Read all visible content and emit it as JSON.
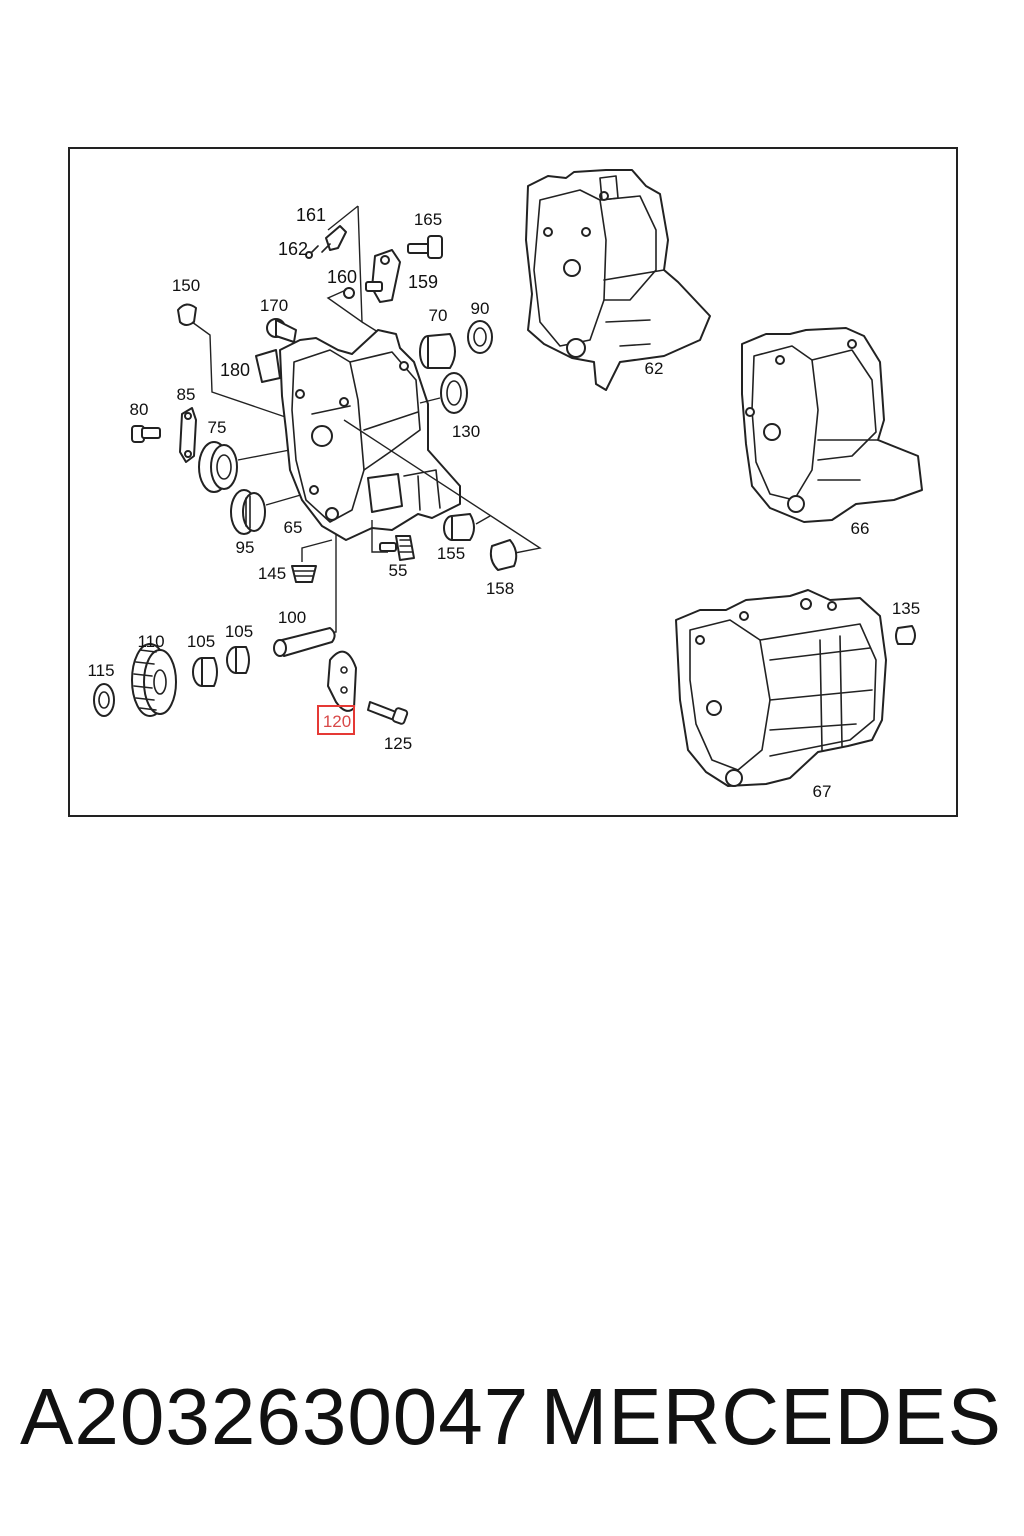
{
  "diagram": {
    "highlighted_label": "120",
    "labels": {
      "l161": "161",
      "l162": "162",
      "l165": "165",
      "l160": "160",
      "l159": "159",
      "l150": "150",
      "l170": "170",
      "l70": "70",
      "l90": "90",
      "l180": "180",
      "l80": "80",
      "l85": "85",
      "l75": "75",
      "l130": "130",
      "l65": "65",
      "l95": "95",
      "l145": "145",
      "l55": "55",
      "l155": "155",
      "l158": "158",
      "l100": "100",
      "l110": "110",
      "l105a": "105",
      "l105b": "105",
      "l115": "115",
      "l120": "120",
      "l125": "125",
      "l62": "62",
      "l66": "66",
      "l135": "135",
      "l67": "67"
    }
  },
  "footer": {
    "part_number": "A2032630047",
    "brand": "MERCEDES"
  },
  "colors": {
    "highlight": "#e53935",
    "line": "#222222",
    "background": "#ffffff"
  }
}
